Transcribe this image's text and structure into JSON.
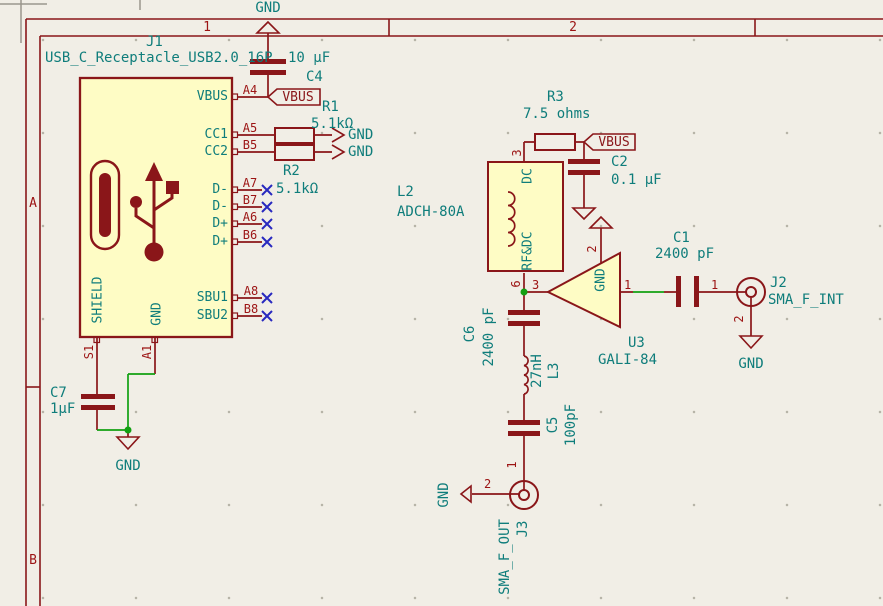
{
  "app": "KiCad schematic canvas",
  "colors": {
    "background": "#F1EEE6",
    "symbol_outline_maroon": "#8A1619",
    "symbol_fill_yellow": "#FEFCC5",
    "wire_green": "#12A012",
    "text_teal": "#0F7D7B",
    "pin_number_red": "#9C1414",
    "noconnect_blue": "#2929BF",
    "frame_maroon": "#8A1619"
  },
  "frame": {
    "col_1": "1",
    "col_2": "2",
    "row_a": "A",
    "row_b": "B"
  },
  "power_symbols": {
    "gnd_top": "GND",
    "gnd_c7": "GND",
    "gnd_j2": "GND",
    "gnd_j3": "GND"
  },
  "net_labels": {
    "vbus_at_j1": "VBUS",
    "vbus_at_r3": "VBUS",
    "gnd_cc1": "GND",
    "gnd_cc2": "GND"
  },
  "j1": {
    "ref": "J1",
    "value": "USB_C_Receptacle_USB2.0_16P",
    "pin_names": {
      "vbus": "VBUS",
      "cc1": "CC1",
      "cc2": "CC2",
      "dm_a": "D-",
      "dm_b": "D-",
      "dp_a": "D+",
      "dp_b": "D+",
      "sbu1": "SBU1",
      "sbu2": "SBU2",
      "shield": "SHIELD",
      "gnd": "GND"
    },
    "pin_numbers": {
      "a4": "A4",
      "a5": "A5",
      "b5": "B5",
      "a7": "A7",
      "b7": "B7",
      "a6": "A6",
      "b6": "B6",
      "a8": "A8",
      "b8": "B8",
      "s1": "S1",
      "a1": "A1"
    }
  },
  "r1": {
    "ref": "R1",
    "value": "5.1kΩ"
  },
  "r2": {
    "ref": "R2",
    "value": "5.1kΩ"
  },
  "r3": {
    "ref": "R3",
    "value": "7.5 ohms"
  },
  "c1": {
    "ref": "C1",
    "value": "2400 pF"
  },
  "c2": {
    "ref": "C2",
    "value": "0.1 µF"
  },
  "c4": {
    "ref": "C4",
    "value": "10 µF"
  },
  "c5": {
    "ref": "C5",
    "value": "100pF"
  },
  "c6": {
    "ref": "C6",
    "value": "2400 pF"
  },
  "c7": {
    "ref": "C7",
    "value": "1µF"
  },
  "l2": {
    "ref": "L2",
    "value": "ADCH-80A",
    "pin_names": {
      "dc": "DC",
      "rfdc": "RF&DC"
    },
    "pin_numbers": {
      "p3": "3",
      "p6": "6"
    }
  },
  "l3": {
    "ref": "L3",
    "value": "27nH"
  },
  "u3": {
    "ref": "U3",
    "value": "GALI-84",
    "pin_names": {
      "gnd": "GND"
    },
    "pin_numbers": {
      "p1": "1",
      "p2": "2",
      "p3": "3"
    }
  },
  "j2": {
    "ref": "J2",
    "value": "SMA_F_INT",
    "pin_numbers": {
      "p1": "1",
      "p2": "2"
    }
  },
  "j3": {
    "ref": "J3",
    "value": "SMA_F_OUT",
    "pin_numbers": {
      "p1": "1",
      "p2": "2"
    }
  }
}
